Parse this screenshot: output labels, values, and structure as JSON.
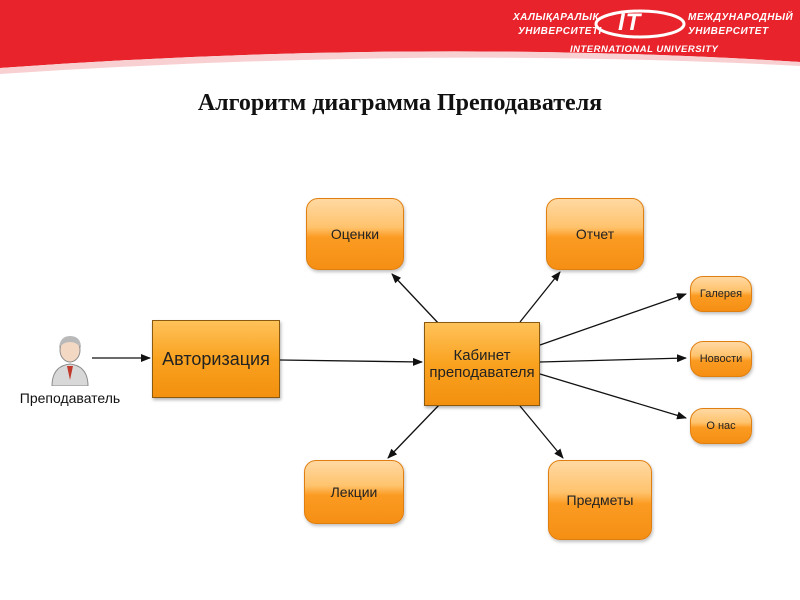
{
  "header": {
    "left_line1": "ХАЛЫҚАРАЛЫҚ",
    "left_line2": "УНИВЕРСИТЕТІ",
    "logo": "IT",
    "right_line1": "МЕЖДУНАРОДНЫЙ",
    "right_line2": "УНИВЕРСИТЕТ",
    "bottom_line": "INTERNATIONAL UNIVERSITY"
  },
  "title": "Алгоритм диаграмма Преподавателя",
  "actor": {
    "label": "Преподаватель"
  },
  "nodes": {
    "auth": "Авторизация",
    "cabinet": "Кабинет преподавателя",
    "grades": "Оценки",
    "report": "Отчет",
    "gallery": "Галерея",
    "news": "Новости",
    "about": "О нас",
    "lectures": "Лекции",
    "subjects": "Предметы"
  },
  "colors": {
    "header_red": "#e8232b",
    "node_orange": "#f7931e",
    "arrow": "#111111"
  }
}
